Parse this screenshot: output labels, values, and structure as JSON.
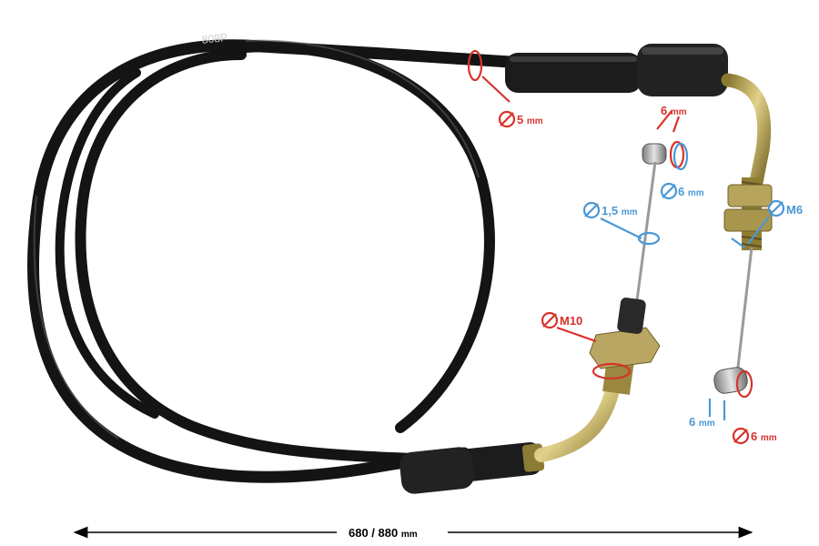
{
  "colors": {
    "red": "#d8322b",
    "blue": "#4a98d6",
    "cable": "#141414",
    "metal": "#b8a24a",
    "background": "#ffffff"
  },
  "cable": {
    "printed_text": "808P"
  },
  "dimensions": {
    "outer_sheath": {
      "value": "5",
      "unit": "mm"
    },
    "top_nipple_length": {
      "value": "6",
      "unit": "mm"
    },
    "top_nipple_diameter": {
      "value": "6",
      "unit": "mm"
    },
    "inner_wire": {
      "value": "1,5",
      "unit": "mm"
    },
    "thread_small": {
      "value": "M6"
    },
    "thread_large": {
      "value": "M10"
    },
    "bottom_nipple_length": {
      "value": "6",
      "unit": "mm"
    },
    "bottom_nipple_diameter": {
      "value": "6",
      "unit": "mm"
    },
    "total_length": {
      "value": "680 / 880",
      "unit": "mm"
    }
  },
  "icons": [
    "diameter-icon",
    "rotation-arrow-icon",
    "dimension-arrow-icon"
  ]
}
